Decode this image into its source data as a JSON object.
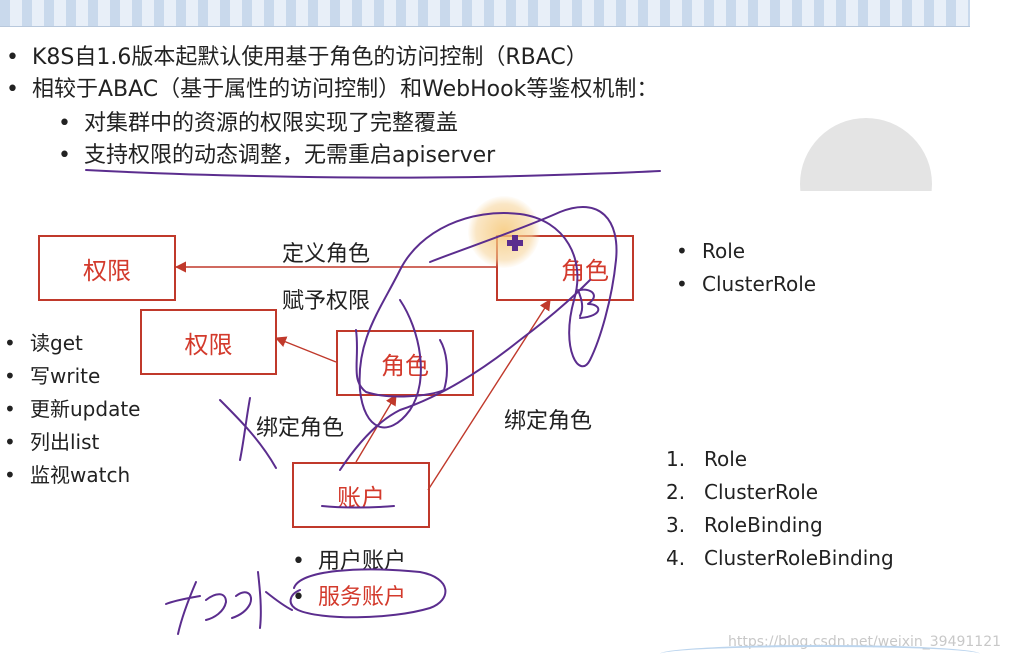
{
  "bullets": [
    {
      "text": "K8S自1.6版本起默认使用基于角色的访问控制（RBAC）",
      "level": 1
    },
    {
      "text": "相较于ABAC（基于属性的访问控制）和WebHook等鉴权机制：",
      "level": 1
    },
    {
      "text": "对集群中的资源的权限实现了完整覆盖",
      "level": 2
    },
    {
      "text": "支持权限的动态调整，无需重启apiserver",
      "level": 2
    }
  ],
  "diagram": {
    "box_permission_top": "权限",
    "box_role_top": "角色",
    "box_permission_mid": "权限",
    "box_role_mid": "角色",
    "box_account": "账户",
    "label_define_role": "定义角色",
    "label_grant_permission": "赋予权限",
    "label_bind_role_left": "绑定角色",
    "label_bind_role_right": "绑定角色"
  },
  "role_types": [
    "Role",
    "ClusterRole"
  ],
  "verbs": [
    "读get",
    "写write",
    "更新update",
    "列出list",
    "监视watch"
  ],
  "account_types": [
    "用户账户",
    "服务账户"
  ],
  "resources": [
    {
      "n": "1.",
      "text": "Role"
    },
    {
      "n": "2.",
      "text": "ClusterRole"
    },
    {
      "n": "3.",
      "text": "RoleBinding"
    },
    {
      "n": "4.",
      "text": "ClusterRoleBinding"
    }
  ],
  "bullet_char": "•",
  "watermark": "https://blog.csdn.net/weixin_39491121",
  "colors": {
    "box_border": "#c0392b",
    "box_text": "#d33a2c",
    "arrow": "#c0392b",
    "ink": "#5b2d8e"
  }
}
